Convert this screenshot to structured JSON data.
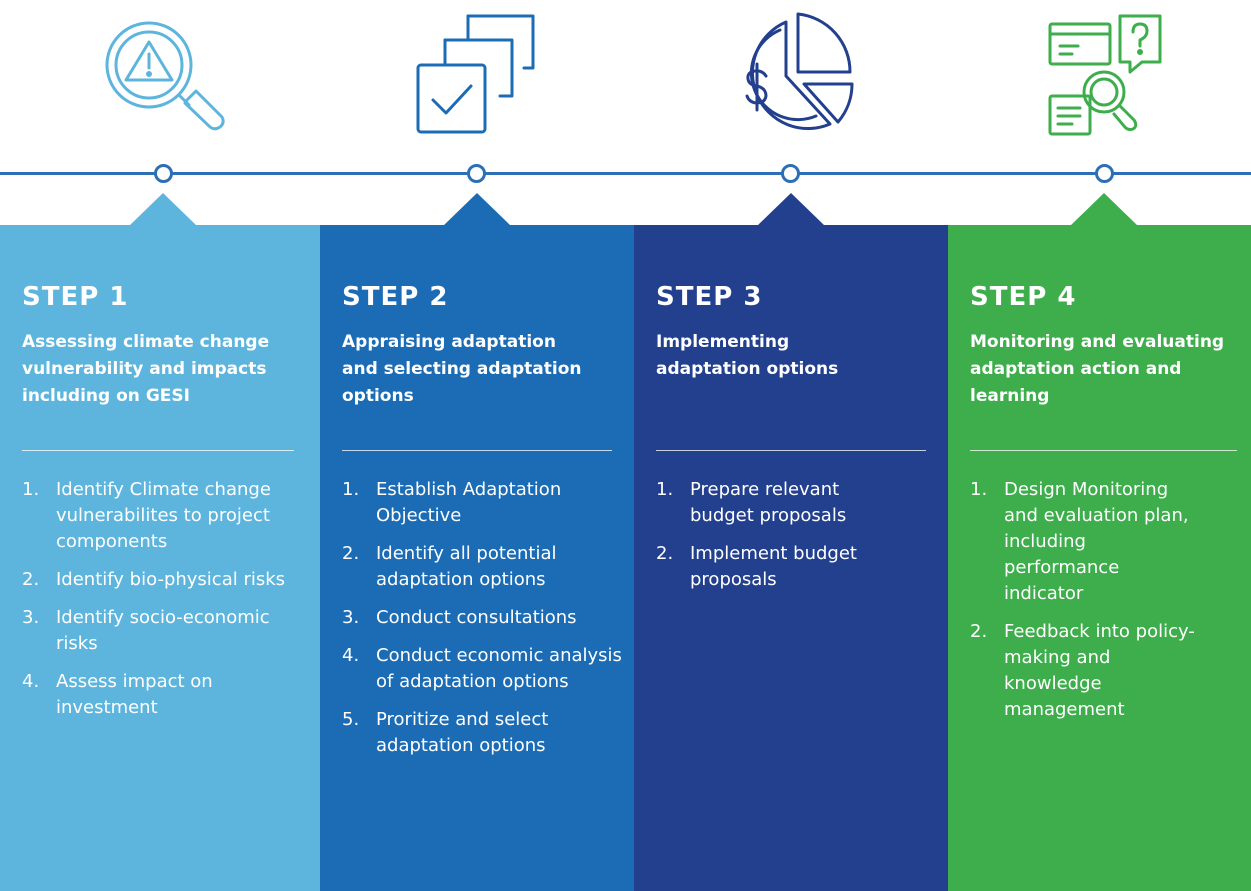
{
  "colors": {
    "line": "#2c6fb6",
    "step1": "#5db5dd",
    "step2": "#1b6cb5",
    "step3": "#23408e",
    "step4": "#3dae4b",
    "icon_blue1": "#5db5dd",
    "icon_blue2": "#1b6cb5",
    "icon_blue3": "#23408e",
    "icon_green": "#3dae4b"
  },
  "icons": [
    "warning-magnifier-icon",
    "stacked-checkbox-icon",
    "dollar-pie-chart-icon",
    "document-search-question-icon"
  ],
  "steps": [
    {
      "label": "STEP 1",
      "title": "Assessing climate change vulnerability and impacts including on GESI",
      "items": [
        {
          "num": "1.",
          "text": "Identify Climate change vulnerabilites to project components"
        },
        {
          "num": "2.",
          "text": "Identify bio-physical risks"
        },
        {
          "num": "3.",
          "text": "Identify socio-economic risks"
        },
        {
          "num": "4.",
          "text": "Assess impact on investment"
        }
      ]
    },
    {
      "label": "STEP 2",
      "title": "Appraising adaptation and selecting adaptation options",
      "items": [
        {
          "num": "1.",
          "text": "Establish Adaptation Objective"
        },
        {
          "num": "2.",
          "text": "Identify all potential adaptation options"
        },
        {
          "num": "3.",
          "text": "Conduct consultations"
        },
        {
          "num": "4.",
          "text": "Conduct economic analysis of adaptation options"
        },
        {
          "num": "5.",
          "text": "Proritize and select adaptation options"
        }
      ]
    },
    {
      "label": "STEP 3",
      "title": "Implementing adaptation options",
      "items": [
        {
          "num": "1.",
          "text": "Prepare relevant budget proposals"
        },
        {
          "num": "2.",
          "text": "Implement budget proposals"
        }
      ]
    },
    {
      "label": "STEP 4",
      "title": "Monitoring and evaluating adaptation action and learning",
      "items": [
        {
          "num": "1.",
          "text": "Design Monitoring and evaluation plan, including performance indicator"
        },
        {
          "num": "2.",
          "text": "Feedback into policy-making and knowledge management"
        }
      ]
    }
  ]
}
